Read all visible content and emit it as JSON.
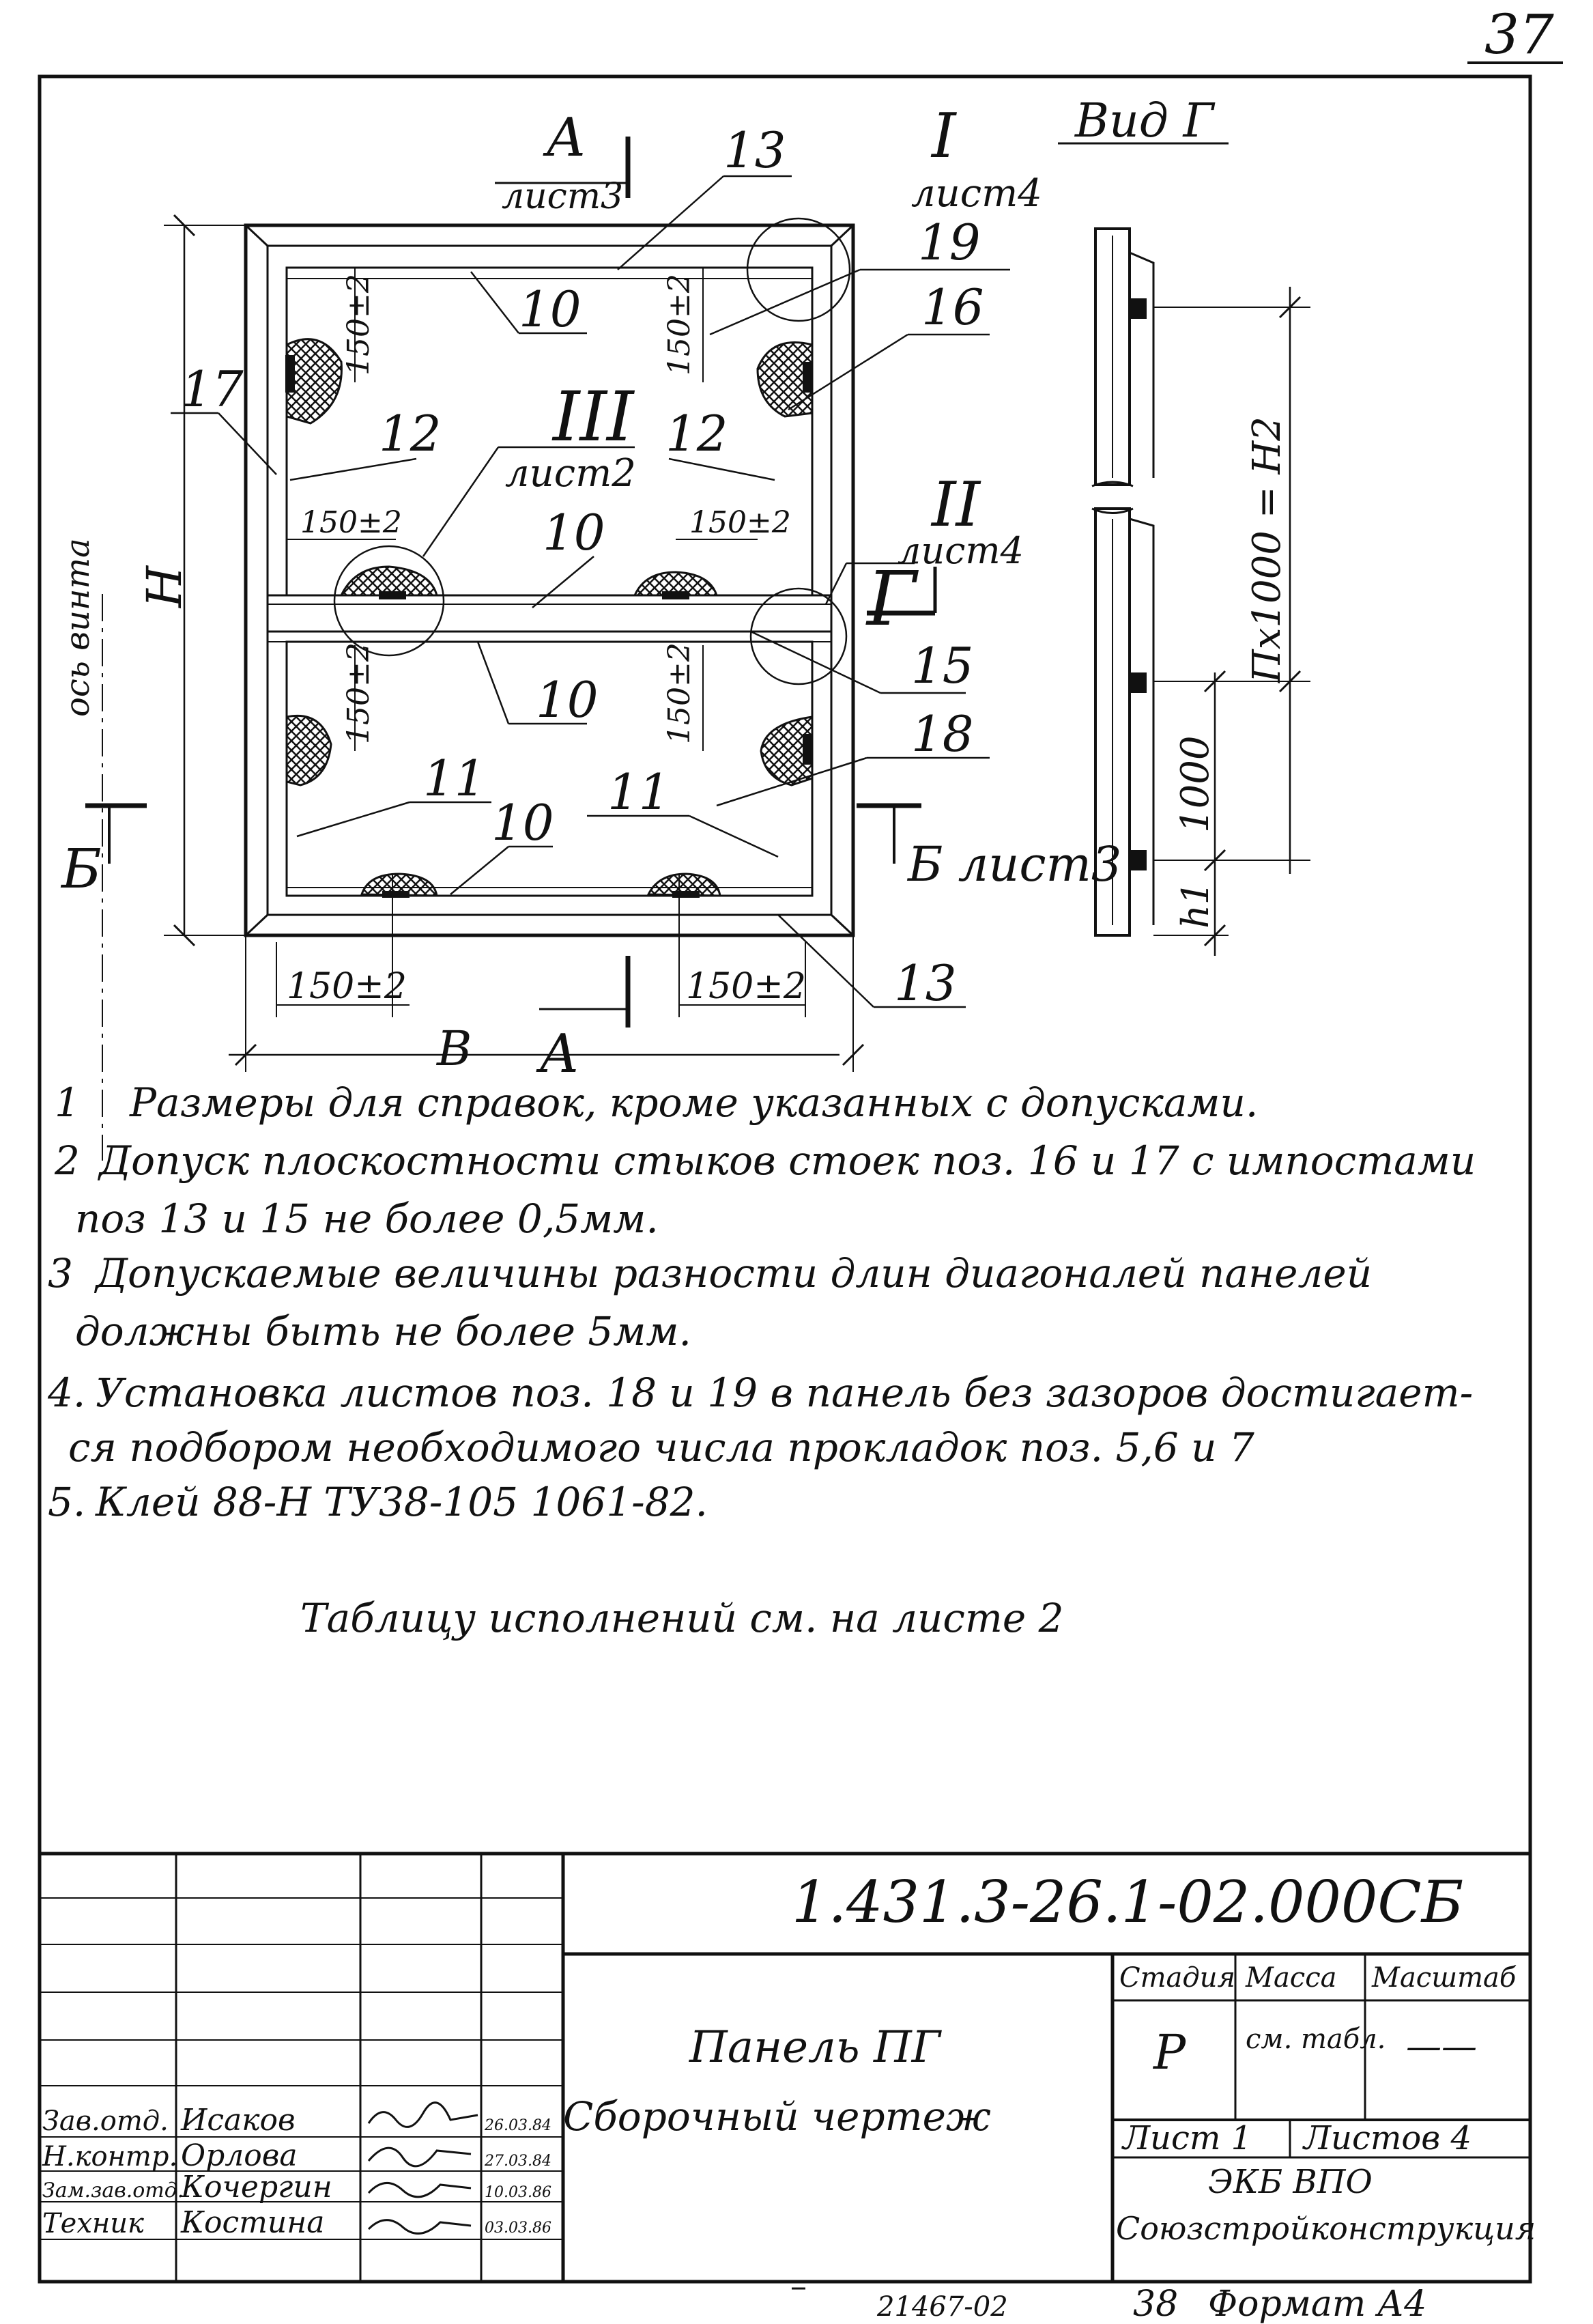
{
  "page_number": "37",
  "drawing": {
    "view_label": "Вид Г",
    "section_a_top": {
      "letter": "А",
      "sheet": "лист3"
    },
    "section_a_bottom": {
      "letter": "А"
    },
    "detail_I": {
      "numeral": "I",
      "sheet": "лист4"
    },
    "detail_II": {
      "numeral": "II",
      "sheet": "лист4"
    },
    "detail_III": {
      "numeral": "III",
      "sheet": "лист2"
    },
    "mark_G": "Г",
    "section_b_left": "Б",
    "section_b_right": "Б лист3",
    "axis_label": "ось винта",
    "dim_H": "H",
    "dim_B": "B",
    "dim_150": "150±2",
    "dim_pitch": "Пх1000 = Н2",
    "dim_1000": "1000",
    "dim_h1": "h1",
    "positions": {
      "p10": "10",
      "p11": "11",
      "p12": "12",
      "p13": "13",
      "p15": "15",
      "p16": "16",
      "p17": "17",
      "p18": "18",
      "p19": "19"
    }
  },
  "notes": [
    {
      "n": "1",
      "lines": [
        "Размеры для справок, кроме указанных с допусками."
      ]
    },
    {
      "n": "2",
      "lines": [
        "Допуск плоскостности стыков стоек поз. 16 и 17 с импостами",
        "поз 13 и 15 не более 0,5мм."
      ]
    },
    {
      "n": "3",
      "lines": [
        "Допускаемые величины разности длин диагоналей панелей",
        "должны быть не более 5мм."
      ]
    },
    {
      "n": "4.",
      "lines": [
        "Установка листов поз. 18 и 19 в панель без зазоров достигает-",
        "ся подбором необходимого числа прокладок поз. 5,6 и 7"
      ]
    },
    {
      "n": "5.",
      "lines": [
        "Клей 88-Н ТУ38-105 1061-82."
      ]
    }
  ],
  "table_ref": "Таблицу исполнений см. на листе 2",
  "title_block": {
    "doc_code": "1.431.3-26.1-02.000СБ",
    "name_line1": "Панель ПГ",
    "name_line2": "Сборочный чертеж",
    "stage_header": "Стадия",
    "mass_header": "Масса",
    "scale_header": "Масштаб",
    "stage_value": "Р",
    "mass_value": "см. табл.",
    "scale_value": "——",
    "sheet_label": "Лист 1",
    "sheets_label": "Листов 4",
    "org_line1": "ЭКБ ВПО",
    "org_line2": "Союзстройконструкция",
    "roles": [
      {
        "role": "Зав.отд.",
        "name": "Исаков",
        "date": "26.03.84"
      },
      {
        "role": "Н.контр.",
        "name": "Орлова",
        "date": "27.03.84"
      },
      {
        "role": "Зам.зав.отд.",
        "name": "Кочергин",
        "date": "10.03.86"
      },
      {
        "role": "Техник",
        "name": "Костина",
        "date": "03.03.86"
      }
    ]
  },
  "footer": {
    "inv": "21467-02",
    "copy": "38",
    "format": "Формат А4"
  }
}
